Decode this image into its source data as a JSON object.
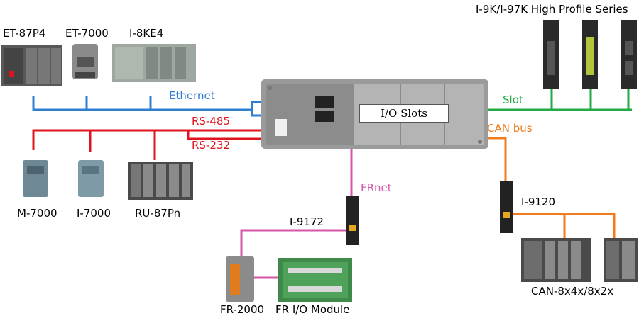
{
  "devices": {
    "et87p4": "ET-87P4",
    "et7000": "ET-7000",
    "i8ke4": "I-8KE4",
    "i9k_series": "I-9K/I-97K High Profile Series",
    "m7000": "M-7000",
    "i7000": "I-7000",
    "ru87pn": "RU-87Pn",
    "i9172": "I-9172",
    "i9120": "I-9120",
    "fr2000": "FR-2000",
    "fr_io": "FR I/O Module",
    "can8x": "CAN-8x4x/8x2x"
  },
  "networks": {
    "ethernet": "Ethernet",
    "rs485": "RS-485",
    "rs232": "RS-232",
    "slot": "Slot",
    "can_bus": "CAN bus",
    "frnet": "FRnet"
  },
  "controller": {
    "io_slots": "I/O Slots"
  },
  "colors": {
    "ethernet": "#2f7fd0",
    "rs": "#e0141e",
    "slot": "#22aa44",
    "can": "#f07c1e",
    "frnet": "#d556a8"
  }
}
